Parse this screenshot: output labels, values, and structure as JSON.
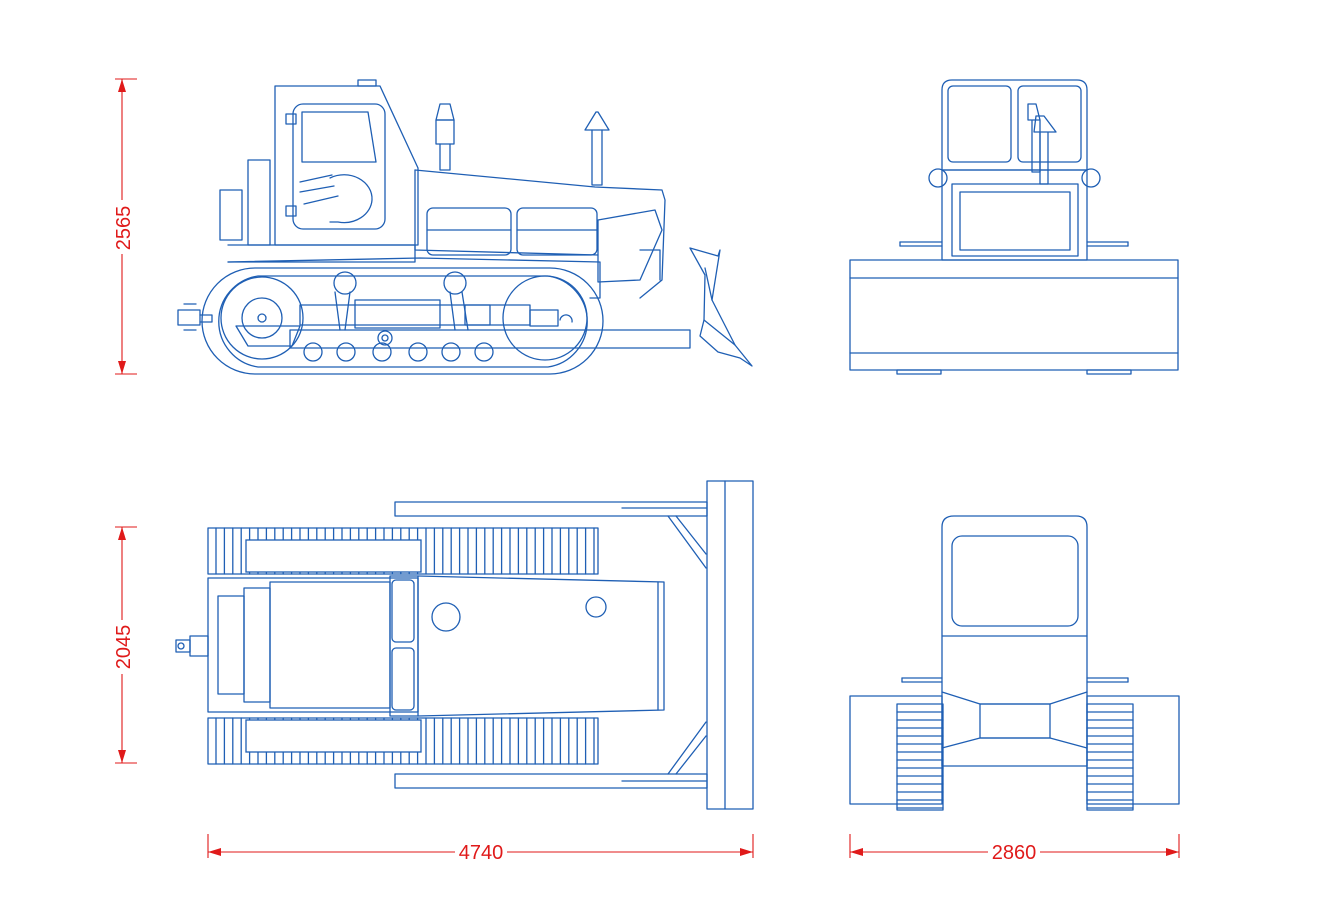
{
  "colors": {
    "drawing": "#1f5fb4",
    "dimension": "#e01a1a",
    "background": "#ffffff"
  },
  "dimensions": {
    "side_height": "2565",
    "top_width": "2045",
    "overall_length": "4740",
    "overall_width": "2860"
  }
}
